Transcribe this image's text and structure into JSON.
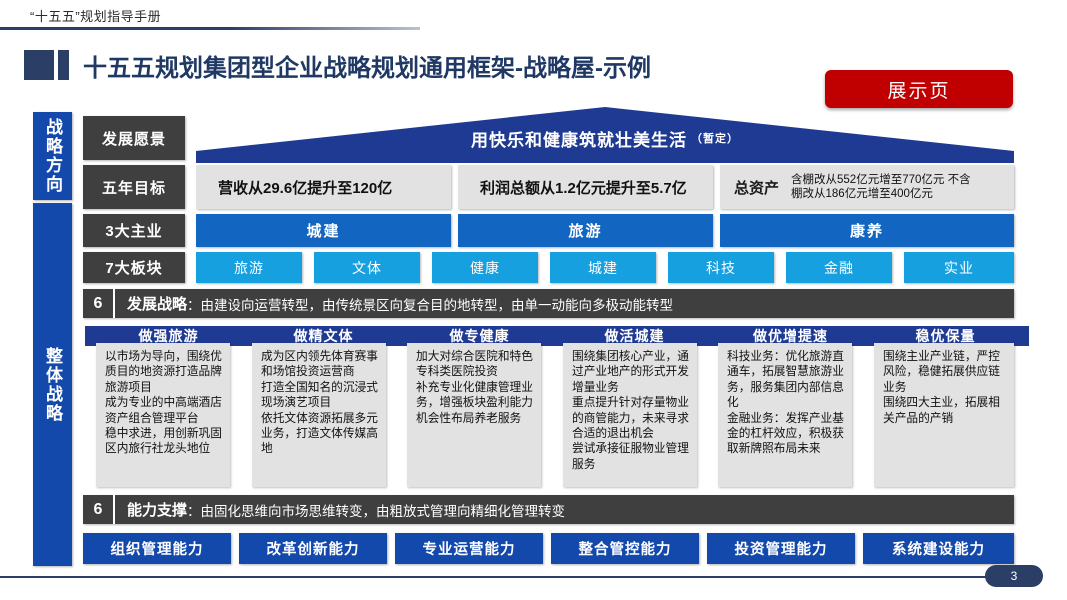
{
  "header": {
    "kicker": "“十五五”规划指导手册",
    "title": "十五五规划集团型企业战略规划通用框架-战略屋-示例",
    "badge": "展示页"
  },
  "rails": {
    "top": "战略方向",
    "bottom": "整体战略"
  },
  "row_labels": {
    "vision": "发展愿景",
    "five_year": "五年目标",
    "main_business": "3大主业",
    "sectors": "7大板块"
  },
  "roof": {
    "text": "用快乐和健康筑就壮美生活",
    "note": "（暂定）"
  },
  "goals": [
    {
      "main": "营收从29.6亿提升至120亿"
    },
    {
      "main": "利润总额从1.2亿元提升至5.7亿"
    }
  ],
  "asset_goal": {
    "label": "总资产",
    "line1": "含棚改从552亿元增至770亿元 不含",
    "line2": "棚改从186亿元增至400亿元"
  },
  "businesses": [
    "城建",
    "旅游",
    "康养"
  ],
  "sectors": [
    "旅游",
    "文体",
    "健康",
    "城建",
    "科技",
    "金融",
    "实业"
  ],
  "strategy_banner": {
    "num": "6",
    "label": "发展战略",
    "text": "：由建设向运营转型，由传统景区向复合目的地转型，由单一动能向多极动能转型"
  },
  "strategy_cards": [
    {
      "header": "做强旅游",
      "body": "以市场为导向，围绕优质目的地资源打造品牌旅游项目\n成为专业的中高端酒店资产组合管理平台\n稳中求进，用创新巩固区内旅行社龙头地位"
    },
    {
      "header": "做精文体",
      "body": "成为区内领先体育赛事和场馆投资运营商\n打造全国知名的沉浸式现场演艺项目\n依托文体资源拓展多元业务，打造文体传媒高地"
    },
    {
      "header": "做专健康",
      "body": "加大对综合医院和特色专科类医院投资\n补充专业化健康管理业务，增强板块盈利能力\n机会性布局养老服务"
    },
    {
      "header": "做活城建",
      "body": "围绕集团核心产业，通过产业地产的形式开发增量业务\n重点提升针对存量物业的商管能力，未来寻求合适的退出机会\n尝试承接征服物业管理服务"
    },
    {
      "header": "做优增提速",
      "body": "科技业务：优化旅游直通车，拓展智慧旅游业务，服务集团内部信息化\n金融业务：发挥产业基金的杠杆效应，积极获取新牌照布局未来"
    },
    {
      "header": "稳优保量",
      "body": "围绕主业产业链，严控风险，稳健拓展供应链业务\n围绕四大主业，拓展相关产品的产销"
    }
  ],
  "capability_banner": {
    "num": "6",
    "label": "能力支撑",
    "text": "：由固化思维向市场思维转变，由粗放式管理向精细化管理转变"
  },
  "capabilities": [
    "组织管理能力",
    "改革创新能力",
    "专业运营能力",
    "整合管控能力",
    "投资管理能力",
    "系统建设能力"
  ],
  "footer": {
    "page": "3"
  },
  "colors": {
    "brand_navy": "#2b3f66",
    "deep_blue": "#1449ac",
    "mid_blue": "#1266c2",
    "light_blue": "#17a0e0",
    "card_header": "#1f3a93",
    "dark_gray": "#3f3f3f",
    "panel_gray": "#e2e2e2",
    "accent_red": "#c00000"
  }
}
